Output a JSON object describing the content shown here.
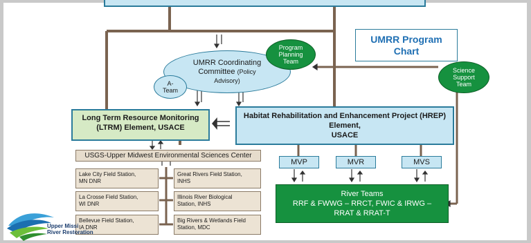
{
  "top_box": {
    "label": ""
  },
  "program_chart": {
    "title_line1": "UMRR Program",
    "title_line2": "Chart"
  },
  "coordinating_committee": {
    "line1": "UMRR Coordinating",
    "line2": "Committee",
    "line3": "(Policy",
    "line4": "Advisory)"
  },
  "a_team": {
    "line1": "A-",
    "line2": "Team"
  },
  "program_planning_team": {
    "line1": "Program",
    "line2": "Planning",
    "line3": "Team"
  },
  "science_support_team": {
    "line1": "Science",
    "line2": "Support",
    "line3": "Team"
  },
  "ltrm": {
    "line1": "Long Term Resource Monitoring",
    "line2": "(LTRM) Element, USACE"
  },
  "hrep": {
    "line1": "Habitat Rehabilitation and Enhancement Project (HREP)",
    "line2": "Element,",
    "line3": "USACE"
  },
  "usgs": {
    "label": "USGS-Upper Midwest Environmental Sciences Center"
  },
  "stations": [
    {
      "line1": "Lake City Field Station,",
      "line2": "MN DNR"
    },
    {
      "line1": "La Crosse Field Station,",
      "line2": "WI DNR"
    },
    {
      "line1": "Bellevue Field Station,",
      "line2": "IA DNR"
    },
    {
      "line1": "Great Rivers Field Station,",
      "line2": "INHS"
    },
    {
      "line1": "Illinois River Biological",
      "line2": "Station, INHS"
    },
    {
      "line1": "Big Rivers & Wetlands Field",
      "line2": "Station, MDC"
    }
  ],
  "districts": [
    "MVP",
    "MVR",
    "MVS"
  ],
  "river_teams": {
    "line1": "River Teams",
    "line2": "RRF & FWWG – RRCT, FWIC & IRWG –",
    "line3": "RRAT & RRAT-T"
  },
  "logo": {
    "line1": "Upper Missi",
    "line2": "River Restoration"
  },
  "colors": {
    "light_blue": "#c7e6f3",
    "green": "#16913f",
    "light_green": "#d6eac5",
    "tan": "#ece3d4",
    "line": "#7a6350",
    "accent_text": "#1f6fb3"
  }
}
